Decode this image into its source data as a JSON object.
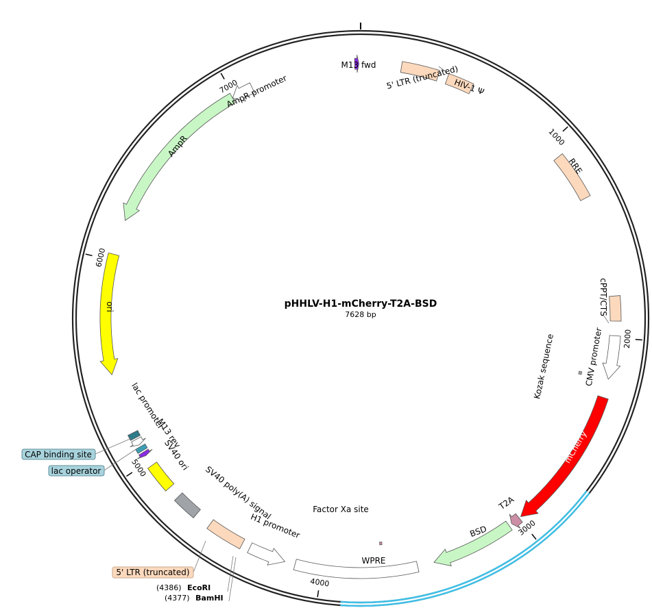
{
  "plasmid": {
    "name": "pHHLV-H1-mCherry-T2A-BSD",
    "size_label": "7628 bp",
    "length": 7628
  },
  "ticks": [
    {
      "bp": 1000,
      "label": "1000"
    },
    {
      "bp": 2000,
      "label": "2000"
    },
    {
      "bp": 3000,
      "label": "3000"
    },
    {
      "bp": 4000,
      "label": "4000"
    },
    {
      "bp": 5000,
      "label": "5000"
    },
    {
      "bp": 6000,
      "label": "6000"
    },
    {
      "bp": 7000,
      "label": "7000"
    }
  ],
  "features": [
    {
      "id": "m13-fwd",
      "label": "M13 fwd",
      "start": 7600,
      "end": 7620,
      "dir": 1,
      "color": "#8a2be2",
      "type": "arrow",
      "lane": 0
    },
    {
      "id": "ltr5-trunc",
      "label": "5' LTR (truncated)",
      "start": 195,
      "end": 375,
      "dir": 0,
      "color": "#fcd9bd",
      "type": "box",
      "lane": 0
    },
    {
      "id": "hiv1-psi",
      "label": "HIV-1 Ψ",
      "start": 420,
      "end": 545,
      "dir": 0,
      "color": "#fcd9bd",
      "type": "box",
      "lane": 0
    },
    {
      "id": "rre",
      "label": "RRE",
      "start": 1075,
      "end": 1310,
      "dir": 0,
      "color": "#fcd9bd",
      "type": "box",
      "lane": 0
    },
    {
      "id": "cppt-cts",
      "label": "cPPT/CTS",
      "start": 1800,
      "end": 1920,
      "dir": 0,
      "color": "#fcd9bd",
      "type": "box",
      "lane": 0
    },
    {
      "id": "cmv-promoter",
      "label": "CMV promoter",
      "start": 1990,
      "end": 2200,
      "dir": 1,
      "color": "#ffffff",
      "type": "arrow",
      "lane": 0
    },
    {
      "id": "kozak",
      "label": "Kozak sequence",
      "start": 2195,
      "end": 2210,
      "dir": 0,
      "color": "#aaaaaa",
      "type": "box",
      "lane": 2
    },
    {
      "id": "mcherry",
      "label": "mCherry",
      "start": 2290,
      "end": 2990,
      "dir": 1,
      "color": "#ff0000",
      "type": "arrow",
      "lane": 0
    },
    {
      "id": "t2a",
      "label": "T2A",
      "start": 3000,
      "end": 3045,
      "dir": 1,
      "color": "#cc8ea5",
      "type": "arrow",
      "lane": 0
    },
    {
      "id": "bsd",
      "label": "BSD",
      "start": 3060,
      "end": 3460,
      "dir": 1,
      "color": "#c8f7c5",
      "type": "arrow",
      "lane": 0
    },
    {
      "id": "wpre",
      "label": "WPRE",
      "start": 3540,
      "end": 4130,
      "dir": 0,
      "color": "#ffffff",
      "type": "box",
      "lane": 0
    },
    {
      "id": "factor-xa",
      "label": "Factor Xa site",
      "start": 3700,
      "end": 3712,
      "dir": 0,
      "color": "#cc8ea5",
      "type": "box",
      "lane": 2
    },
    {
      "id": "h1-promoter",
      "label": "H1 promoter",
      "start": 4180,
      "end": 4360,
      "dir": -1,
      "color": "#ffffff",
      "type": "arrow",
      "lane": 0
    },
    {
      "id": "ltr5-trunc-2",
      "label": "",
      "start": 4400,
      "end": 4580,
      "dir": 0,
      "color": "#fcd9bd",
      "type": "box",
      "lane": 0
    },
    {
      "id": "sv40-polya",
      "label": "SV40 poly(A) signal",
      "start": 4660,
      "end": 4780,
      "dir": 0,
      "color": "#a0a4a8",
      "type": "box",
      "lane": 0
    },
    {
      "id": "sv40-ori",
      "label": "SV40 ori",
      "start": 4840,
      "end": 4975,
      "dir": 0,
      "color": "#ffff00",
      "type": "box",
      "lane": 0
    },
    {
      "id": "m13-rev",
      "label": "M13 rev",
      "start": 5030,
      "end": 5050,
      "dir": -1,
      "color": "#8a2be2",
      "type": "arrow",
      "lane": 0
    },
    {
      "id": "lac-operator",
      "label": "",
      "start": 5058,
      "end": 5080,
      "dir": 0,
      "color": "#3a9fb5",
      "type": "box",
      "lane": 0
    },
    {
      "id": "lac-promoter",
      "label": "lac promoter",
      "start": 5090,
      "end": 5120,
      "dir": -1,
      "color": "#ffffff",
      "type": "arrow",
      "lane": 0
    },
    {
      "id": "cap-site",
      "label": "",
      "start": 5128,
      "end": 5155,
      "dir": 0,
      "color": "#2e7c8a",
      "type": "box",
      "lane": 0
    },
    {
      "id": "ori",
      "label": "ori",
      "start": 5450,
      "end": 6030,
      "dir": -1,
      "color": "#ffff00",
      "type": "arrow",
      "lane": 0
    },
    {
      "id": "ampr",
      "label": "AmpR",
      "start": 6200,
      "end": 6990,
      "dir": -1,
      "color": "#c8f7c5",
      "type": "arrow",
      "lane": 0
    },
    {
      "id": "ampr-promoter",
      "label": "AmpR promoter",
      "start": 6990,
      "end": 7095,
      "dir": -1,
      "color": "#ffffff",
      "type": "arrow",
      "lane": 0
    }
  ],
  "highlight": {
    "start": 2700,
    "end": 3900,
    "color": "#3fbfe6"
  },
  "callouts": [
    {
      "label": "CAP binding site",
      "color": "#a8d3dd"
    },
    {
      "label": "lac operator",
      "color": "#a8d3dd"
    },
    {
      "label": "5' LTR (truncated)",
      "color": "#fcd9bd"
    }
  ],
  "sites": [
    {
      "pos": "(4386)",
      "name": "EcoRI"
    },
    {
      "pos": "(4377)",
      "name": "BamHI"
    }
  ]
}
